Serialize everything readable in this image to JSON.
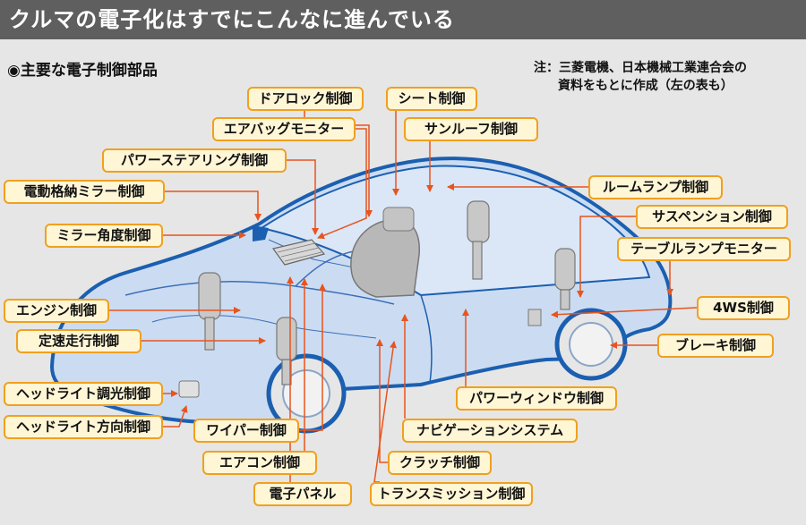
{
  "header": {
    "title": "クルマの電子化はすでにこんなに進んでいる",
    "subtitle": "◉主要な電子制御部品",
    "note_line1": "注：三菱電機、日本機械工業連合会の",
    "note_line2": "資料をもとに作成（左の表も）"
  },
  "labels": {
    "door_lock": "ドアロック制御",
    "seat": "シート制御",
    "airbag": "エアバッグモニター",
    "sunroof": "サンルーフ制御",
    "power_steering": "パワーステアリング制御",
    "mirror_fold": "電動格納ミラー制御",
    "room_lamp": "ルームランプ制御",
    "suspension": "サスペンション制御",
    "mirror_angle": "ミラー角度制御",
    "table_lamp": "テーブルランプモニター",
    "engine": "エンジン制御",
    "four_ws": "4WS制御",
    "cruise": "定速走行制御",
    "brake": "ブレーキ制御",
    "headlight_dimmer": "ヘッドライト調光制御",
    "power_window": "パワーウィンドウ制御",
    "headlight_direction": "ヘッドライト方向制御",
    "wiper": "ワイパー制御",
    "navigation": "ナビゲーションシステム",
    "aircon": "エアコン制御",
    "clutch": "クラッチ制御",
    "electronic_panel": "電子パネル",
    "transmission": "トランスミッション制御"
  },
  "colors": {
    "car_outline": "#1b5fb0",
    "car_fill": "#cbdcf2",
    "label_border": "#f0a020",
    "label_fill": "#fff6d6",
    "leader_line": "#e8541e"
  }
}
